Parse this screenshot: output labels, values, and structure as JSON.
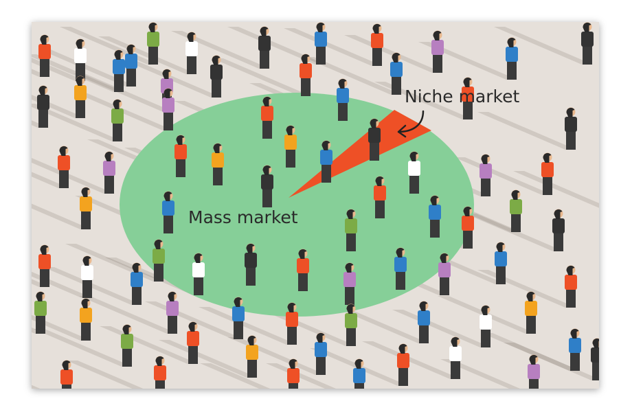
{
  "labels": {
    "niche": "Niche market",
    "mass": "Mass market"
  },
  "colors": {
    "background": "#e6e0da",
    "mass_market_ellipse": "#86cf98",
    "niche_wedge": "#ee5026",
    "shirts": [
      "#ee5026",
      "#ffffff",
      "#2f7fc8",
      "#f3a31f",
      "#b77fc0",
      "#7cab46",
      "#333333"
    ],
    "pants": "#3a3a3a",
    "skin": "#e9b98f",
    "hair": "#2a2a2a"
  },
  "icons": [
    "person-figure",
    "curved-arrow"
  ]
}
